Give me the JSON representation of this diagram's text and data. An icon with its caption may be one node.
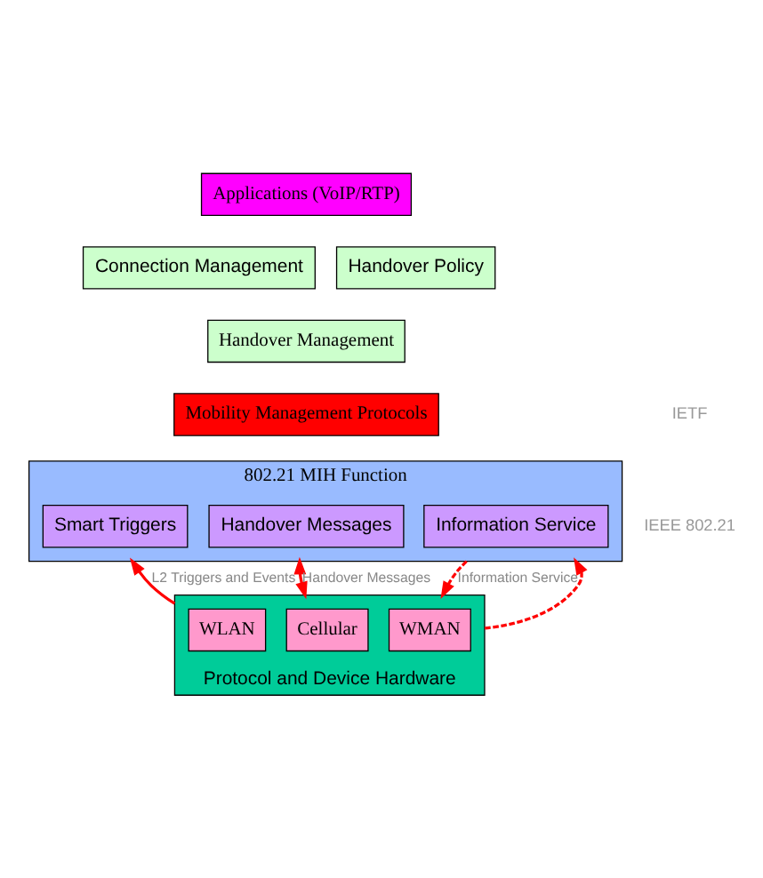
{
  "diagram": {
    "nodes": [
      {
        "text": [
          "Applications (VoIP/RTP)"
        ]
      },
      {
        "text": [
          "Connection Management"
        ]
      },
      {
        "text": [
          "Handover Policy"
        ]
      },
      {
        "text": [
          "Handover Management"
        ]
      },
      {
        "text": [
          "Mobility Management Protocols"
        ]
      },
      {
        "text": [
          "802.21 MIH Function"
        ]
      },
      {
        "text": [
          "Smart Triggers"
        ],
        "in": 5
      },
      {
        "text": [
          "Handover Messages"
        ],
        "in": 5
      },
      {
        "text": [
          "Information Service"
        ],
        "in": 5
      },
      {
        "text": [
          "Protocol and Device Hardware"
        ]
      },
      {
        "text": [
          "WLAN"
        ],
        "in": 9
      },
      {
        "text": [
          "Cellular"
        ],
        "in": 9
      },
      {
        "text": [
          "WMAN"
        ],
        "in": 9
      }
    ],
    "edges": [
      {
        "from": 9,
        "to": 5,
        "arrow": "to",
        "label": "L2 Triggers and Events"
      },
      {
        "from": 9,
        "to": 5,
        "arrow": "both",
        "label": "Handover Messages"
      },
      {
        "from": 5,
        "to": 9,
        "arrow": "to",
        "style": "dashed",
        "label": "Information Service"
      },
      {
        "from": 9,
        "to": 5,
        "arrow": "to",
        "style": "dashed"
      }
    ],
    "labels": [
      "IETF",
      "IEEE 802.21"
    ]
  }
}
